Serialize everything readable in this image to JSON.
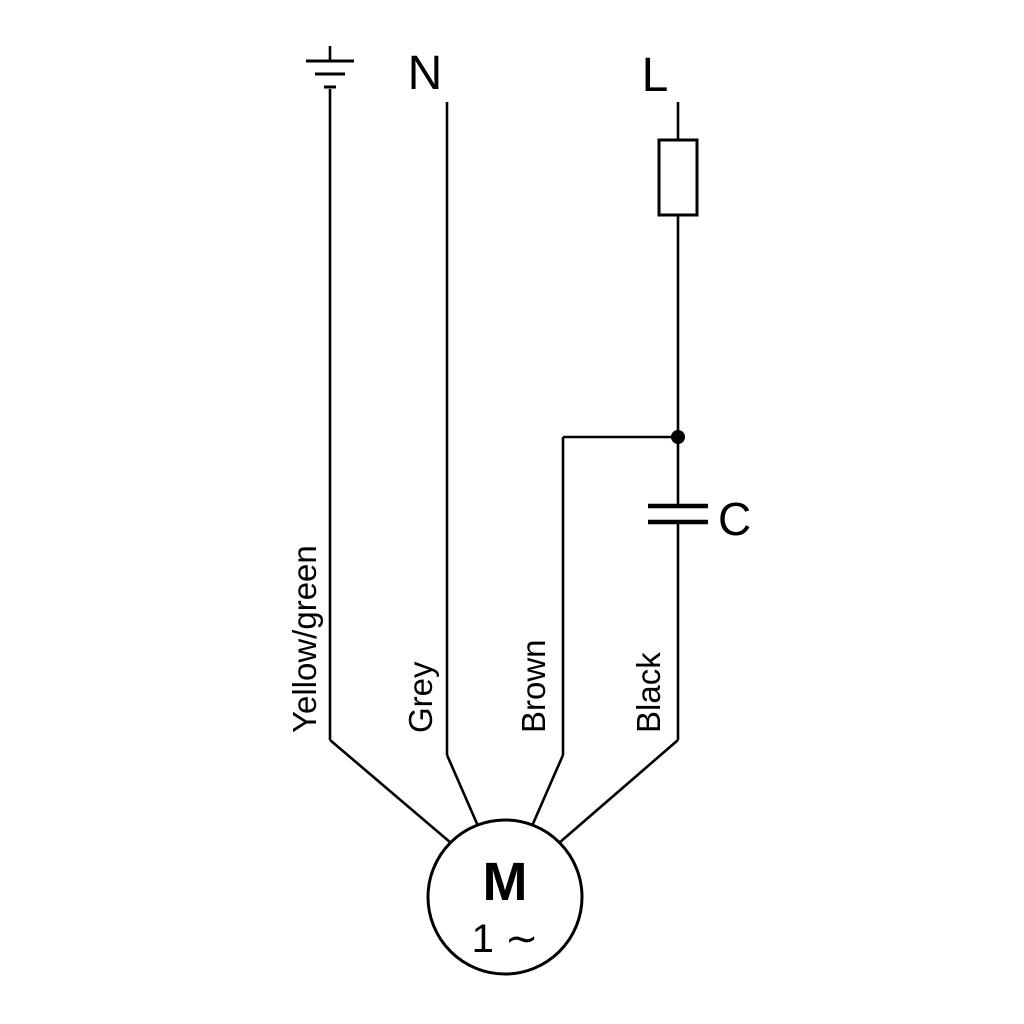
{
  "diagram": {
    "title": "single-phase-motor-wiring",
    "terminals": {
      "neutral": "N",
      "line": "L"
    },
    "components": {
      "capacitor_label": "C",
      "fuse": "fuse",
      "earth": "protective-earth"
    },
    "wires": [
      {
        "label": "Yellow/green"
      },
      {
        "label": "Grey"
      },
      {
        "label": "Brown"
      },
      {
        "label": "Black"
      }
    ],
    "motor": {
      "symbol": "M",
      "phase": "1 ∼"
    }
  },
  "colors": {
    "line": "#000000",
    "background": "#ffffff"
  }
}
